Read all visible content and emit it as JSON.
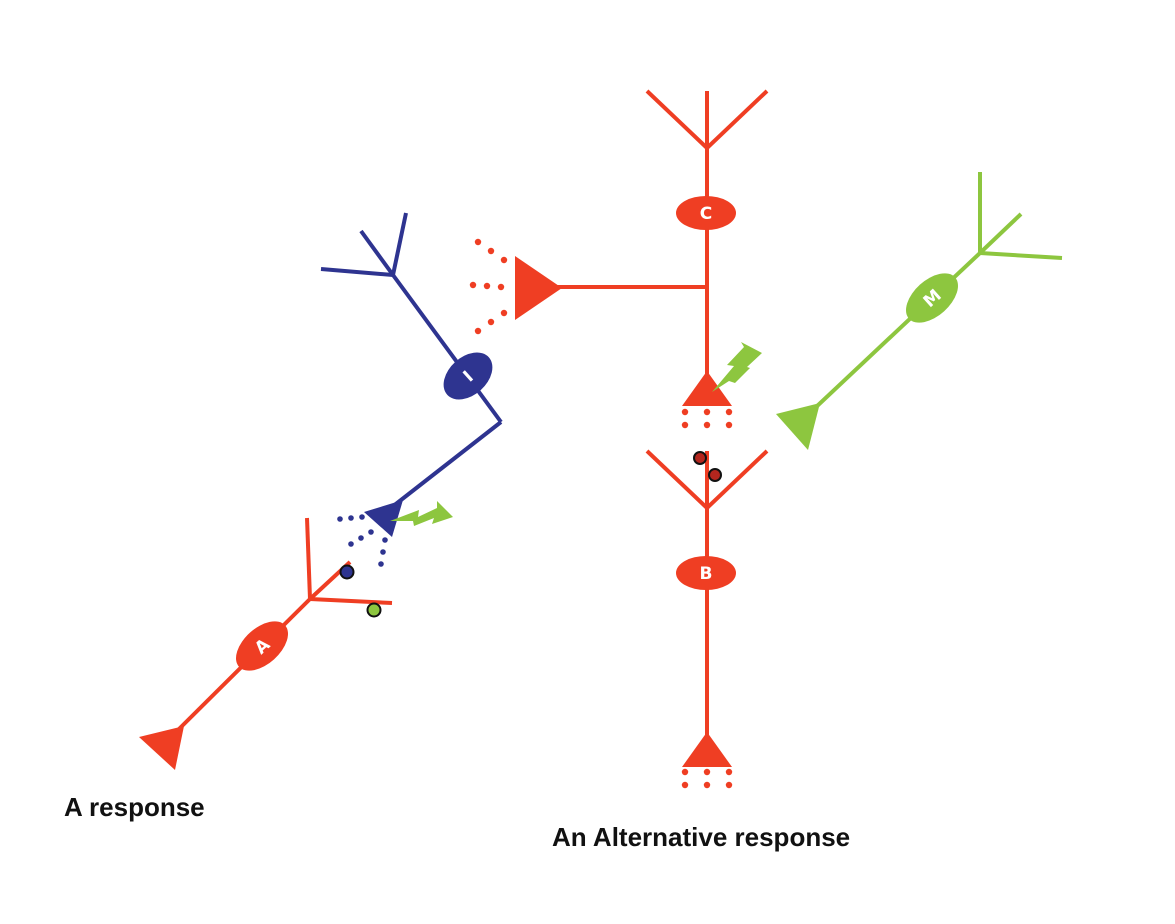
{
  "colors": {
    "red": "#ef3e23",
    "navy": "#2e3490",
    "green": "#8dc63f",
    "dark_red": "#b3261e"
  },
  "neurons": {
    "a": {
      "label": "A"
    },
    "b": {
      "label": "B"
    },
    "c": {
      "label": "C"
    },
    "i": {
      "label": "I"
    },
    "m": {
      "label": "M"
    }
  },
  "captions": {
    "left": "A response",
    "right": "An Alternative response"
  }
}
